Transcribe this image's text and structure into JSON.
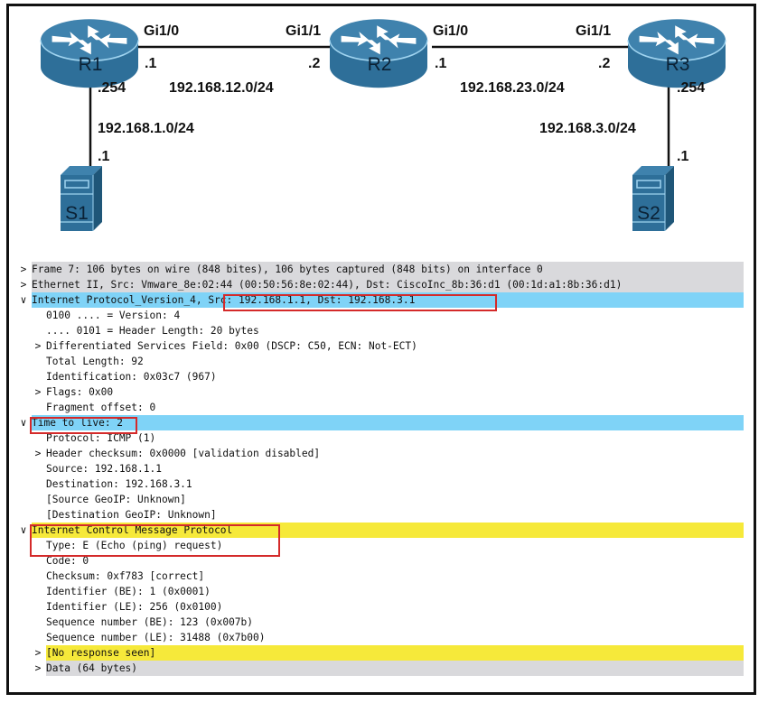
{
  "topology": {
    "devices": [
      {
        "id": "R1",
        "type": "router",
        "label": "R1"
      },
      {
        "id": "R2",
        "type": "router",
        "label": "R2"
      },
      {
        "id": "R3",
        "type": "router",
        "label": "R3"
      },
      {
        "id": "S1",
        "type": "server",
        "label": "S1"
      },
      {
        "id": "S2",
        "type": "server",
        "label": "S2"
      }
    ],
    "links": [
      {
        "from": "R1",
        "from_if": "Gi1/0",
        "from_ip": ".1",
        "to": "R2",
        "to_if": "Gi1/1",
        "to_ip": ".2",
        "subnet": "192.168.12.0/24"
      },
      {
        "from": "R2",
        "from_if": "Gi1/0",
        "from_ip": ".1",
        "to": "R3",
        "to_if": "Gi1/1",
        "to_ip": ".2",
        "subnet": "192.168.23.0/24"
      },
      {
        "from": "R1",
        "from_ip": ".254",
        "to": "S1",
        "to_ip": ".1",
        "subnet": "192.168.1.0/24"
      },
      {
        "from": "R3",
        "from_ip": ".254",
        "to": "S2",
        "to_ip": ".1",
        "subnet": "192.168.3.0/24"
      }
    ],
    "labels": {
      "r1_gi": "Gi1/0",
      "r1_ip": ".1",
      "r2_gi_left": "Gi1/1",
      "r2_ip_left": ".2",
      "r2_gi_right": "Gi1/0",
      "r2_ip_right": ".1",
      "r3_gi": "Gi1/1",
      "r3_ip": ".2",
      "subnet_12": "192.168.12.0/24",
      "subnet_23": "192.168.23.0/24",
      "r1_lan_ip": ".254",
      "subnet_1": "192.168.1.0/24",
      "s1_ip": ".1",
      "r3_lan_ip": ".254",
      "subnet_3": "192.168.3.0/24",
      "s2_ip": ".1"
    },
    "colors": {
      "device_fill": "#2e6f99",
      "device_dark": "#1f5678",
      "device_light": "#9fd3ef",
      "link": "#111111"
    }
  },
  "packet_details": {
    "rows": [
      {
        "arrow": ">",
        "indent": 0,
        "bg": "gray",
        "text": "Frame 7: 106 bytes on wire (848 bites), 106 bytes captured (848 bits) on interface 0"
      },
      {
        "arrow": ">",
        "indent": 0,
        "bg": "gray",
        "text": "Ethernet II, Src: Vmware_8e:02:44 (00:50:56:8e:02:44), Dst: CiscoInc_8b:36:d1 (00:1d:a1:8b:36:d1)"
      },
      {
        "arrow": "v",
        "indent": 0,
        "bg": "blue",
        "text": "Internet Protocol_Version_4, Src: 192.168.1.1, Dst: 192.168.3.1"
      },
      {
        "arrow": "",
        "indent": 1,
        "bg": "",
        "text": "0100 .... = Version: 4"
      },
      {
        "arrow": "",
        "indent": 1,
        "bg": "",
        "text": ".... 0101 = Header Length: 20 bytes"
      },
      {
        "arrow": ">",
        "indent": 1,
        "bg": "",
        "text": "Differentiated Services Field: 0x00 (DSCP: C50, ECN: Not-ECT)"
      },
      {
        "arrow": "",
        "indent": 1,
        "bg": "",
        "text": "Total Length: 92"
      },
      {
        "arrow": "",
        "indent": 1,
        "bg": "",
        "text": "Identification: 0x03c7 (967)"
      },
      {
        "arrow": ">",
        "indent": 1,
        "bg": "",
        "text": "Flags: 0x00"
      },
      {
        "arrow": "",
        "indent": 1,
        "bg": "",
        "text": "Fragment offset: 0"
      },
      {
        "arrow": "v",
        "indent": 0,
        "bg": "blue",
        "text": "Time to live: 2"
      },
      {
        "arrow": "",
        "indent": 1,
        "bg": "",
        "text": "Protocol: ICMP (1)"
      },
      {
        "arrow": ">",
        "indent": 1,
        "bg": "",
        "text": "Header checksum: 0x0000 [validation disabled]"
      },
      {
        "arrow": "",
        "indent": 1,
        "bg": "",
        "text": "Source: 192.168.1.1"
      },
      {
        "arrow": "",
        "indent": 1,
        "bg": "",
        "text": "Destination: 192.168.3.1"
      },
      {
        "arrow": "",
        "indent": 1,
        "bg": "",
        "text": "[Source GeoIP: Unknown]"
      },
      {
        "arrow": "",
        "indent": 1,
        "bg": "",
        "text": "[Destination GeoIP: Unknown]"
      },
      {
        "arrow": "v",
        "indent": 0,
        "bg": "yellow",
        "text": "Internet Control Message Protocol"
      },
      {
        "arrow": "",
        "indent": 1,
        "bg": "",
        "text": "Type: E (Echo (ping) request)"
      },
      {
        "arrow": "",
        "indent": 1,
        "bg": "",
        "text": "Code: 0"
      },
      {
        "arrow": "",
        "indent": 1,
        "bg": "",
        "text": "Checksum: 0xf783 [correct]"
      },
      {
        "arrow": "",
        "indent": 1,
        "bg": "",
        "text": "Identifier (BE): 1 (0x0001)"
      },
      {
        "arrow": "",
        "indent": 1,
        "bg": "",
        "text": "Identifier (LE): 256 (0x0100)"
      },
      {
        "arrow": "",
        "indent": 1,
        "bg": "",
        "text": "Sequence number (BE): 123 (0x007b)"
      },
      {
        "arrow": "",
        "indent": 1,
        "bg": "",
        "text": "Sequence number (LE): 31488 (0x7b00)"
      },
      {
        "arrow": ">",
        "indent": 1,
        "bg": "yellow",
        "text": "[No response seen]"
      },
      {
        "arrow": ">",
        "indent": 1,
        "bg": "gray",
        "text": "Data (64 bytes)"
      }
    ],
    "highlight_boxes": [
      {
        "target": "Src: 192.168.1.1, Dst: 192.168.3.1"
      },
      {
        "target": "Time to live: 2"
      },
      {
        "target": "Internet Control Message Protocol / Type: E (Echo (ping) request)"
      }
    ],
    "colors": {
      "gray": "#d9d9dc",
      "blue": "#7fd3f7",
      "yellow": "#f6e93a",
      "highlight_border": "#d42a2a"
    }
  }
}
